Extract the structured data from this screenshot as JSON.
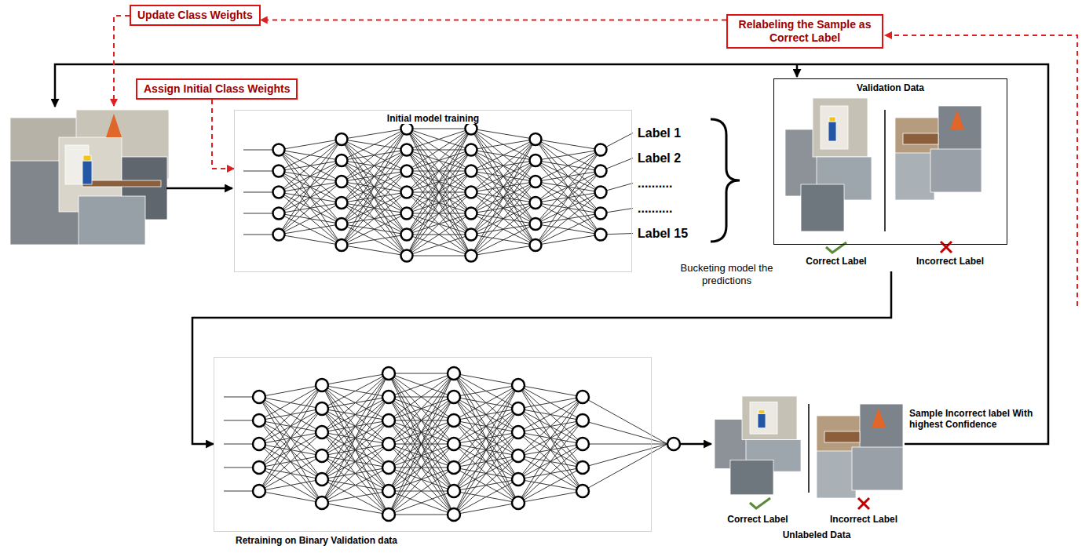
{
  "diagram": {
    "nodes": [
      {
        "text": [
          "Update Class Weights"
        ]
      },
      {
        "text": [
          "Relabeling the Sample as Correct Label"
        ]
      },
      {
        "text": [
          "Assign Initial Class Weights"
        ]
      },
      {
        "text": [
          "Initial model training"
        ]
      },
      {
        "text": [
          "Validation Data",
          "Correct Label",
          "Incorrect Label"
        ]
      },
      {
        "text": [
          "Retraining on Binary Validation data"
        ]
      }
    ],
    "edges": [
      {
        "from": 1,
        "to": 0,
        "arrow": "to"
      },
      {
        "from": 2,
        "to": 3,
        "arrow": "to"
      },
      {
        "from": 4,
        "to": 5,
        "arrow": "to"
      }
    ],
    "labels": [
      "Label 1",
      "Label 2",
      "..........",
      "..........",
      "Label 15",
      "Bucketing model the predictions",
      "Sample Incorrect label With highest Confidence",
      "Correct Label",
      "Incorrect Label",
      "Unlabeled Data"
    ]
  }
}
